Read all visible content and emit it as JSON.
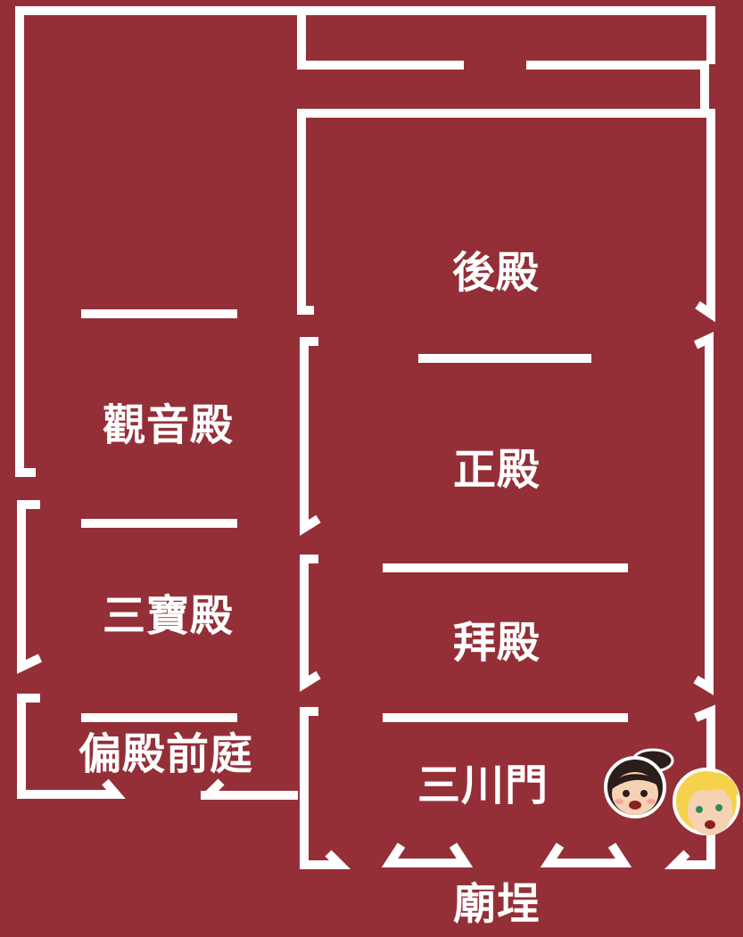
{
  "colors": {
    "background": "#942f38",
    "wall": "#ffffff",
    "highlight": "#f8ec1c"
  },
  "rooms": {
    "houdian": "後殿",
    "guanyindian": "觀音殿",
    "zhengdian": "正殿",
    "sanbaodian": "三寶殿",
    "baidian": "拜殿",
    "piandian_qianting": "偏殿前庭",
    "sanchuanmen": "三川門",
    "miaocheng": "廟埕"
  },
  "icons": [
    "girl-avatar-icon",
    "boy-avatar-icon"
  ]
}
